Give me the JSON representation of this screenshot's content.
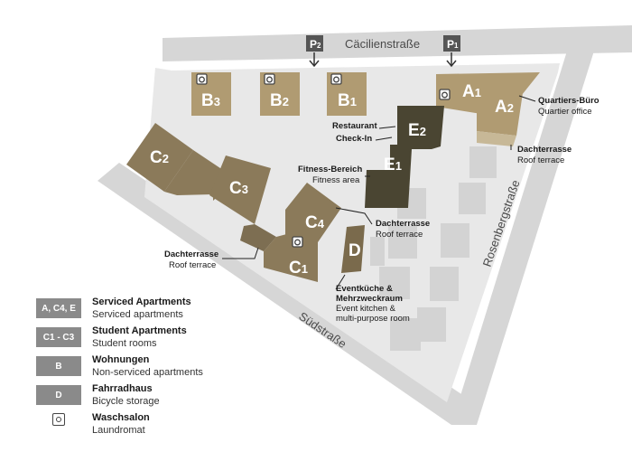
{
  "streets": {
    "top": "Cäcilienstraße",
    "bottom": "Südstraße",
    "right": "Rosenbergstraße"
  },
  "parking": [
    {
      "letter": "P",
      "num": "2"
    },
    {
      "letter": "P",
      "num": "1"
    }
  ],
  "buildings": {
    "B3": {
      "letter": "B",
      "num": "3"
    },
    "B2": {
      "letter": "B",
      "num": "2"
    },
    "B1": {
      "letter": "B",
      "num": "1"
    },
    "A1": {
      "letter": "A",
      "num": "1"
    },
    "A2": {
      "letter": "A",
      "num": "2"
    },
    "E2": {
      "letter": "E",
      "num": "2"
    },
    "E1": {
      "letter": "E",
      "num": "1"
    },
    "C2": {
      "letter": "C",
      "num": "2"
    },
    "C3": {
      "letter": "C",
      "num": "3"
    },
    "C4": {
      "letter": "C",
      "num": "4"
    },
    "C1": {
      "letter": "C",
      "num": "1"
    },
    "D": {
      "letter": "D",
      "num": ""
    }
  },
  "labels": {
    "quartier_de": "Quartiers-Büro",
    "quartier_en": "Quartier office",
    "dach_de": "Dachterrasse",
    "dach_en": "Roof terrace",
    "restaurant": "Restaurant",
    "checkin": "Check-In",
    "fitness_de": "Fitness-Bereich",
    "fitness_en": "Fitness area",
    "event_de1": "Eventküche &",
    "event_de2": "Mehrzweckraum",
    "event_en1": "Event kitchen &",
    "event_en2": "multi-purpose room"
  },
  "legend": [
    {
      "key": "A, C4, E",
      "title": "Serviced Apartments",
      "sub": "Serviced apartments",
      "color": "#4a4532"
    },
    {
      "key": "C1 - C3",
      "title": "Student Apartments",
      "sub": "Student rooms",
      "color": "#8b7a5a"
    },
    {
      "key": "B",
      "title": "Wohnungen",
      "sub": "Non-serviced apartments",
      "color": "#b09b72"
    },
    {
      "key": "D",
      "title": "Fahrradhaus",
      "sub": "Bicycle storage",
      "color": "#7a6a4c"
    },
    {
      "key": "",
      "title": "Waschsalon",
      "sub": "Laundromat",
      "icon": "laundromat-icon"
    }
  ],
  "colors": {
    "serviced": "#4a4532",
    "student": "#8b7a5a",
    "apartments": "#b09b72",
    "site": "#e6e6e6",
    "road": "#d4d4d4",
    "legend_key": "#8a8a8a"
  }
}
